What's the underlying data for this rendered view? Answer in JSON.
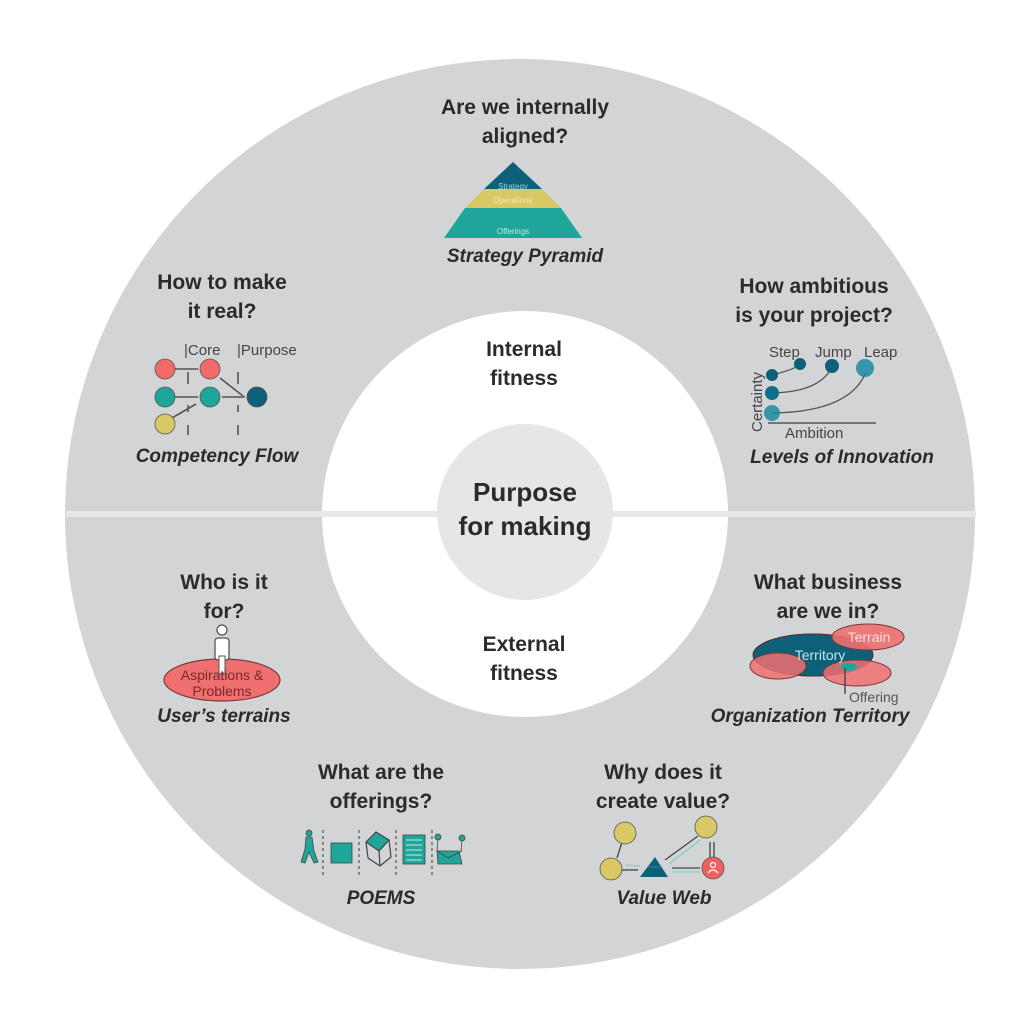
{
  "center": {
    "line1": "Purpose",
    "line2": "for making"
  },
  "ring": {
    "internal": {
      "line1": "Internal",
      "line2": "fitness"
    },
    "external": {
      "line1": "External",
      "line2": "fitness"
    }
  },
  "colors": {
    "outer_ring": "#d3d4d5",
    "inner_ring": "#ffffff",
    "core": "#e6e6e6",
    "teal": "#1fa69b",
    "dark_teal": "#0e5f78",
    "yellow": "#d9c866",
    "coral": "#f07070",
    "text": "#2b2b2b"
  },
  "sections": [
    {
      "id": "strategy-pyramid",
      "question": [
        "Are we internally",
        "aligned?"
      ],
      "caption": "Strategy Pyramid",
      "pyramid_layers": [
        "Strategy",
        "Operations",
        "Offerings"
      ]
    },
    {
      "id": "levels-of-innovation",
      "question": [
        "How ambitious",
        "is your project?"
      ],
      "caption": "Levels of Innovation",
      "levels": [
        "Step",
        "Jump",
        "Leap"
      ],
      "y_axis": "Certainty",
      "x_axis": "Ambition"
    },
    {
      "id": "organization-territory",
      "question": [
        "What business",
        "are we in?"
      ],
      "caption": "Organization Territory",
      "labels": {
        "terrain": "Terrain",
        "territory": "Territory",
        "offering": "Offering"
      }
    },
    {
      "id": "value-web",
      "question": [
        "Why does it",
        "create value?"
      ],
      "caption": "Value Web"
    },
    {
      "id": "poems",
      "question": [
        "What are the",
        "offerings?"
      ],
      "caption": "POEMS",
      "icons": [
        "person-walking-icon",
        "square-object-icon",
        "cube-environment-icon",
        "document-message-icon",
        "service-network-icon"
      ]
    },
    {
      "id": "users-terrains",
      "question": [
        "Who is it",
        "for?"
      ],
      "caption": "User’s terrains",
      "ellipse_text": [
        "Aspirations &",
        "Problems"
      ]
    },
    {
      "id": "competency-flow",
      "question": [
        "How to make",
        "it real?"
      ],
      "caption": "Competency Flow",
      "column_labels": [
        "|Core",
        "|Purpose"
      ]
    }
  ]
}
